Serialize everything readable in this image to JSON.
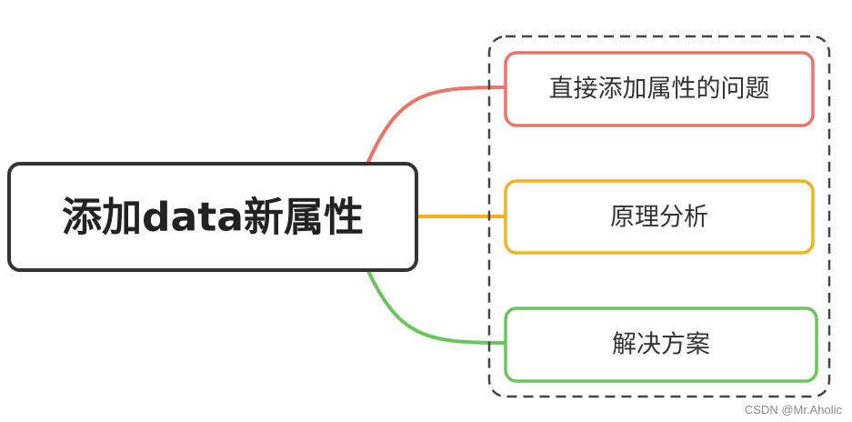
{
  "diagram": {
    "central_topic": "添加data新属性",
    "branches": [
      {
        "label": "直接添加属性的问题",
        "color": "#e8756a"
      },
      {
        "label": "原理分析",
        "color": "#f0b323"
      },
      {
        "label": "解决方案",
        "color": "#6cc45e"
      }
    ],
    "group_border_color": "#444444",
    "center_border_color": "#333333"
  },
  "watermark": "CSDN @Mr.Aholic"
}
